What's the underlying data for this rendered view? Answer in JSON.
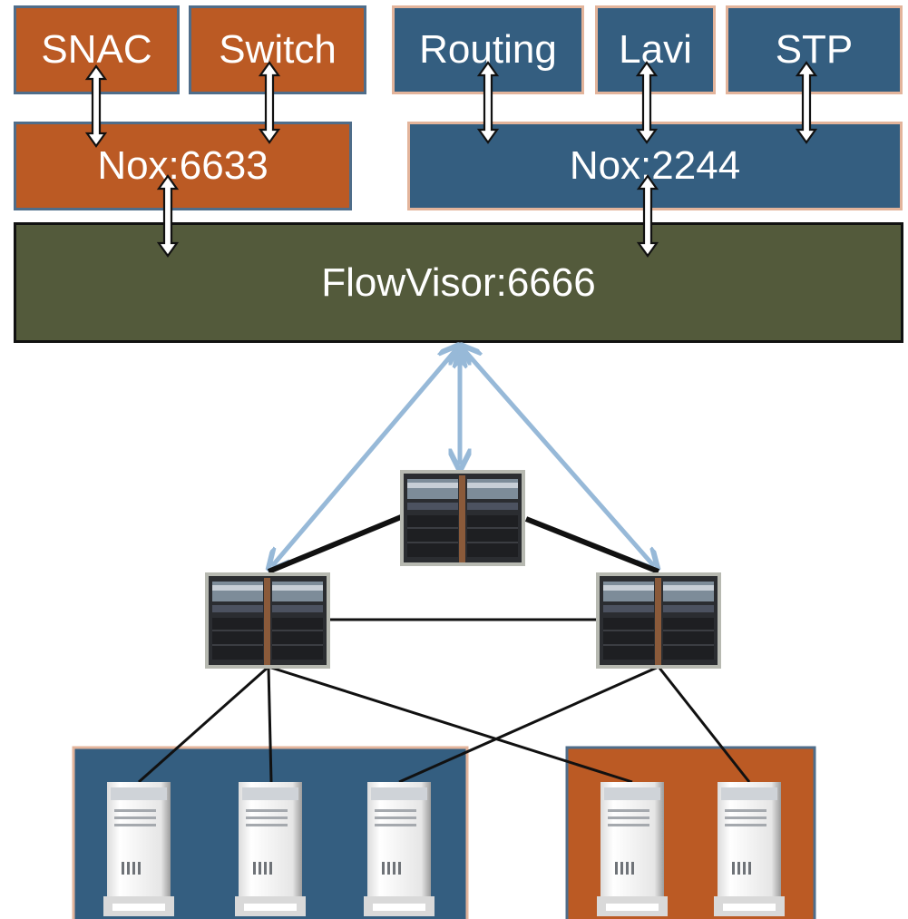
{
  "colors": {
    "slice_a": "#bb5a24",
    "slice_b": "#345e80",
    "flowvisor": "#535a3b",
    "openflow_link": "#97b9d8",
    "data_link": "#111111"
  },
  "slice_a": {
    "apps": [
      "SNAC",
      "Switch"
    ],
    "controller": "Nox:6633"
  },
  "slice_b": {
    "apps": [
      "Routing",
      "Lavi",
      "STP"
    ],
    "controller": "Nox:2244"
  },
  "flowvisor": {
    "label": "FlowVisor:6666"
  },
  "icons": {
    "switch": "network-switch-icon",
    "host": "tower-server-icon"
  }
}
